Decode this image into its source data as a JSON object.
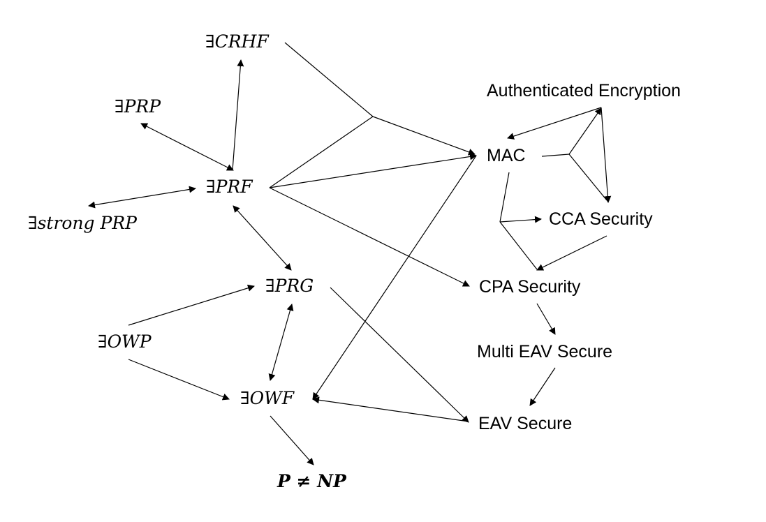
{
  "nodes": {
    "crhf": {
      "prefix": "∃",
      "label": "CRHF"
    },
    "prp": {
      "prefix": "∃",
      "label": "PRP"
    },
    "prf": {
      "prefix": "∃",
      "label": "PRF"
    },
    "strong_prp": {
      "prefix": "∃",
      "label": "strong PRP"
    },
    "prg": {
      "prefix": "∃",
      "label": "PRG"
    },
    "owp": {
      "prefix": "∃",
      "label": "OWP"
    },
    "owf": {
      "prefix": "∃",
      "label": "OWF"
    },
    "p_ne_np": {
      "label": "P ≠ NP"
    },
    "auth_enc": {
      "label": "Authenticated Encryption"
    },
    "mac": {
      "label": "MAC"
    },
    "cca": {
      "label": "CCA Security"
    },
    "cpa": {
      "label": "CPA Security"
    },
    "multi_eav": {
      "label": "Multi EAV Secure"
    },
    "eav": {
      "label": "EAV Secure"
    }
  },
  "edges": [
    {
      "from": "prf",
      "to": "crhf",
      "type": "directed"
    },
    {
      "from": "prf",
      "to": "prp",
      "type": "bidirectional"
    },
    {
      "from": "prf",
      "to": "strong_prp",
      "type": "bidirectional"
    },
    {
      "from": "prf",
      "to": "prg",
      "type": "bidirectional"
    },
    {
      "from": "prg",
      "to": "owf",
      "type": "bidirectional"
    },
    {
      "from": "owp",
      "to": "prg",
      "type": "directed"
    },
    {
      "from": "owp",
      "to": "owf",
      "type": "directed"
    },
    {
      "from": "owf",
      "to": "p_ne_np",
      "type": "directed"
    },
    {
      "from": [
        "crhf",
        "prf"
      ],
      "to": "mac",
      "type": "joint"
    },
    {
      "from": "prf",
      "to": "mac",
      "type": "directed"
    },
    {
      "from": "prf",
      "to": "cpa",
      "type": "directed"
    },
    {
      "from": "mac",
      "to": "owf",
      "type": "directed"
    },
    {
      "from": "prg",
      "to": "eav",
      "type": "directed"
    },
    {
      "from": "eav",
      "to": "owf",
      "type": "directed"
    },
    {
      "from": "auth_enc",
      "to": "mac",
      "type": "directed"
    },
    {
      "from": "auth_enc",
      "to": "cca",
      "type": "directed"
    },
    {
      "from": "mac",
      "to": [
        "auth_enc",
        "cca"
      ],
      "type": "split"
    },
    {
      "from": "mac",
      "to": [
        "cca",
        "cpa"
      ],
      "type": "split"
    },
    {
      "from": "cca",
      "to": "cpa",
      "type": "directed"
    },
    {
      "from": "cpa",
      "to": "multi_eav",
      "type": "directed"
    },
    {
      "from": "multi_eav",
      "to": "eav",
      "type": "directed"
    }
  ]
}
